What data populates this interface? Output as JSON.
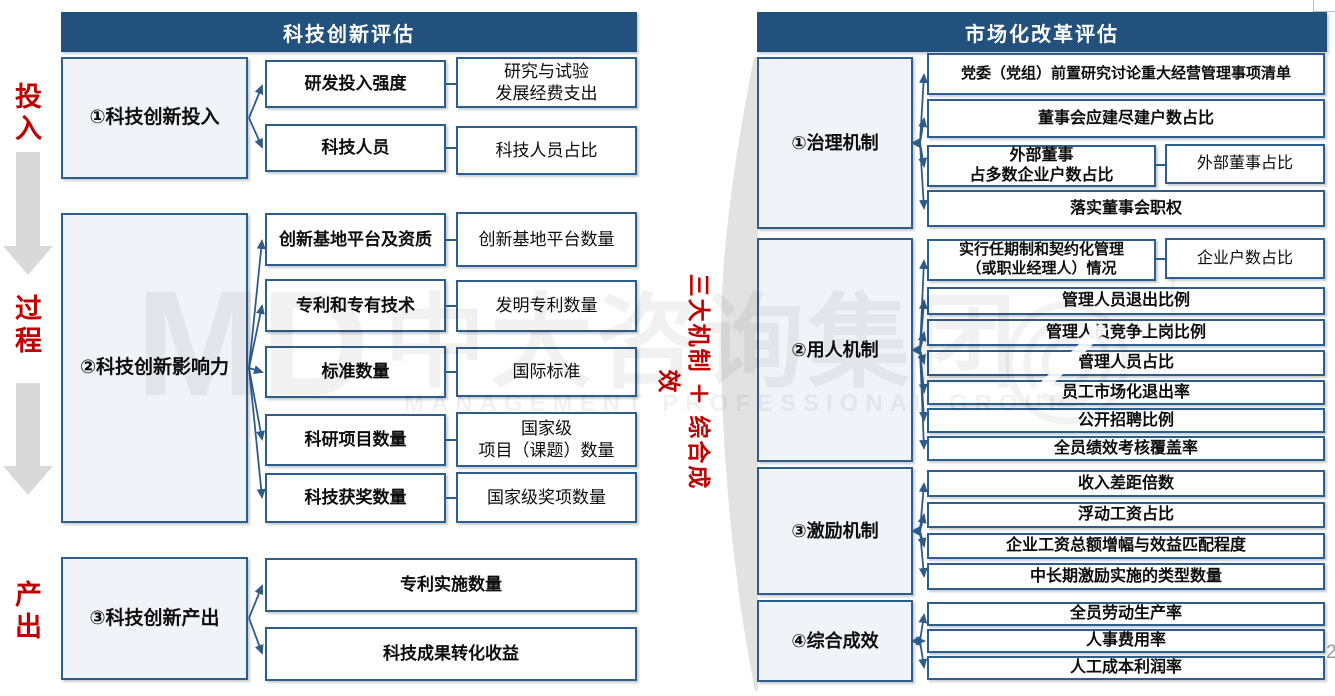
{
  "left": {
    "title": "科技创新评估",
    "rail": [
      {
        "label": "投入"
      },
      {
        "label": "过程"
      },
      {
        "label": "产出"
      }
    ],
    "sections": [
      {
        "category": "①科技创新投入",
        "rows": [
          {
            "indicator": "研发投入强度",
            "metric": "研究与试验\n发展经费支出"
          },
          {
            "indicator": "科技人员",
            "metric": "科技人员占比"
          }
        ]
      },
      {
        "category": "②科技创新影响力",
        "rows": [
          {
            "indicator": "创新基地平台及资质",
            "metric": "创新基地平台数量"
          },
          {
            "indicator": "专利和专有技术",
            "metric": "发明专利数量"
          },
          {
            "indicator": "标准数量",
            "metric": "国际标准"
          },
          {
            "indicator": "科研项目数量",
            "metric": "国家级\n项目（课题）数量"
          },
          {
            "indicator": "科技获奖数量",
            "metric": "国家级奖项数量"
          }
        ]
      },
      {
        "category": "③科技创新产出",
        "items": [
          "专利实施数量",
          "科技成果转化收益"
        ]
      }
    ]
  },
  "middle": {
    "label": "三大机制 ＋ 综合成效"
  },
  "right": {
    "title": "市场化改革评估",
    "sections": [
      {
        "category": "①治理机制",
        "items": [
          "党委（党组）前置研究讨论重大经营管理事项清单",
          "董事会应建尽建户数占比",
          "外部董事\n占多数企业户数占比",
          "落实董事会职权"
        ],
        "side_item": "外部董事占比"
      },
      {
        "category": "②用人机制",
        "items": [
          "实行任期制和契约化管理\n（或职业经理人）情况",
          "管理人员退出比例",
          "管理人员竞争上岗比例",
          "管理人员占比",
          "员工市场化退出率",
          "公开招聘比例",
          "全员绩效考核覆盖率"
        ],
        "side_item": "企业户数占比"
      },
      {
        "category": "③激励机制",
        "items": [
          "收入差距倍数",
          "浮动工资占比",
          "企业工资总额增幅与效益匹配程度",
          "中长期激励实施的类型数量"
        ]
      },
      {
        "category": "④综合成效",
        "items": [
          "全员劳动生产率",
          "人事费用率",
          "人工成本利润率"
        ]
      }
    ]
  },
  "watermark": {
    "logo": "MD",
    "brand": "中大咨询集团",
    "caption": "MANAGEMENT PROFESSIONAL GROUP",
    "plus": "＋"
  },
  "page_number": "2",
  "colors": {
    "header_navy": "#21517c",
    "box_border_blue": "#2e5e8c",
    "category_fill": "#f0f3f7",
    "arrow_blue": "#2e5c8a",
    "accent_red": "#c00000",
    "gray_shape": "#d9d9d9"
  }
}
